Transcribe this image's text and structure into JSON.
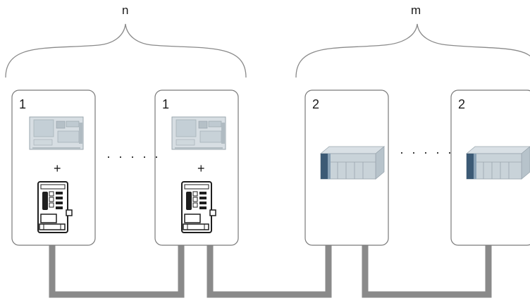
{
  "groups": {
    "left": {
      "label": "n"
    },
    "right": {
      "label": "m"
    }
  },
  "boxes": [
    {
      "number": "1",
      "plus": "+"
    },
    {
      "number": "1",
      "plus": "+"
    },
    {
      "number": "2"
    },
    {
      "number": "2"
    }
  ],
  "ellipsis": "· · · · ·",
  "colors": {
    "cable": "#8a8a8a",
    "box_stroke": "#7a7a7a",
    "brace": "#8a8a8a",
    "panel": "#c9d3d9",
    "rack_face": "#aebcc6",
    "rack_side": "#6f8fa8"
  },
  "icons": [
    "controller-board-icon",
    "plug-in-module-icon",
    "rack-module-icon"
  ]
}
